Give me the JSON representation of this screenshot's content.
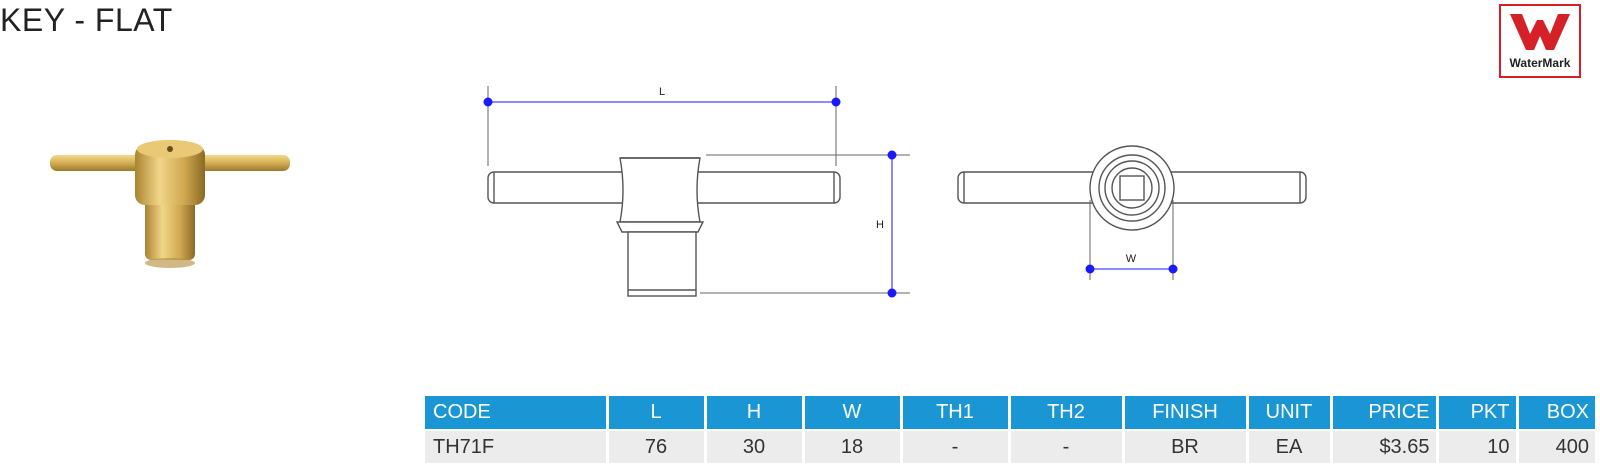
{
  "title": "KEY - FLAT",
  "logo": {
    "text": "WaterMark",
    "color": "#d62027"
  },
  "drawing": {
    "dimension_labels": {
      "length": "L",
      "height": "H",
      "width": "W"
    },
    "dimension_color": "#1a1aff"
  },
  "table": {
    "header_color": "#1b96d4",
    "headers": [
      "CODE",
      "L",
      "H",
      "W",
      "TH1",
      "TH2",
      "FINISH",
      "UNIT",
      "PRICE",
      "PKT",
      "BOX"
    ],
    "rows": [
      [
        "TH71F",
        "76",
        "30",
        "18",
        "-",
        "-",
        "BR",
        "EA",
        "$3.65",
        "10",
        "400"
      ]
    ]
  }
}
